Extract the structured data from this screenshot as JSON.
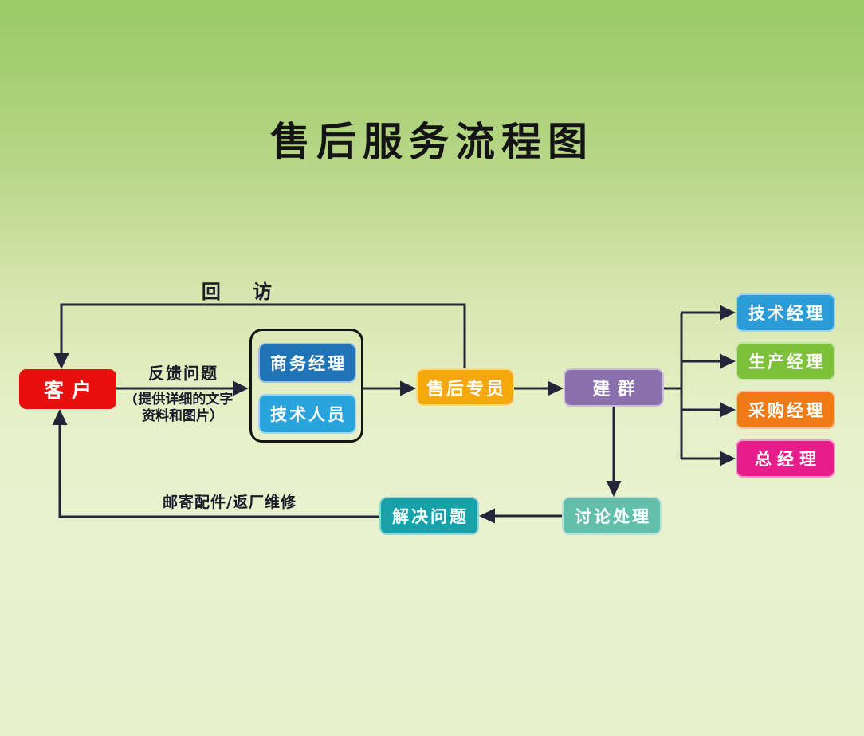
{
  "title": "售后服务流程图",
  "nodes": {
    "customer": {
      "label": "客户",
      "color": "#e8100f"
    },
    "business_manager": {
      "label": "商务经理",
      "color": "#2173b8"
    },
    "technical_staff": {
      "label": "技术人员",
      "color": "#29a3dc"
    },
    "aftersales_specialist": {
      "label": "售后专员",
      "color": "#f5a70e"
    },
    "create_group": {
      "label": "建群",
      "color": "#8b70ae"
    },
    "technical_manager": {
      "label": "技术经理",
      "color": "#2b9cd8"
    },
    "production_manager": {
      "label": "生产经理",
      "color": "#7cc139"
    },
    "purchasing_manager": {
      "label": "采购经理",
      "color": "#ee7b15"
    },
    "general_manager": {
      "label": "总经理",
      "color": "#e81d8c"
    },
    "discuss_handle": {
      "label": "讨论处理",
      "color": "#63bfac"
    },
    "solve_problem": {
      "label": "解决问题",
      "color": "#18a1a9"
    }
  },
  "edge_labels": {
    "return_visit": "回 访",
    "feedback_problem": "反馈问题",
    "feedback_note_line1": "(提供详细的文字",
    "feedback_note_line2": "资料和图片）",
    "mail_parts": "邮寄配件/返厂维修"
  },
  "edges": [
    {
      "from": "customer",
      "to": "business_manager/technical_staff",
      "label": "反馈问题 (提供详细的文字资料和图片）"
    },
    {
      "from": "business_manager/technical_staff",
      "to": "aftersales_specialist",
      "label": ""
    },
    {
      "from": "aftersales_specialist",
      "to": "create_group",
      "label": ""
    },
    {
      "from": "aftersales_specialist",
      "to": "customer",
      "label": "回 访"
    },
    {
      "from": "create_group",
      "to": "technical_manager",
      "label": ""
    },
    {
      "from": "create_group",
      "to": "production_manager",
      "label": ""
    },
    {
      "from": "create_group",
      "to": "purchasing_manager",
      "label": ""
    },
    {
      "from": "create_group",
      "to": "general_manager",
      "label": ""
    },
    {
      "from": "create_group",
      "to": "discuss_handle",
      "label": ""
    },
    {
      "from": "discuss_handle",
      "to": "solve_problem",
      "label": ""
    },
    {
      "from": "solve_problem",
      "to": "customer",
      "label": "邮寄配件/返厂维修"
    }
  ],
  "colors": {
    "background_top": "#9ccb67",
    "background_bottom": "#e8f0cc",
    "connector": "#26243a",
    "group_outline": "#151515"
  }
}
